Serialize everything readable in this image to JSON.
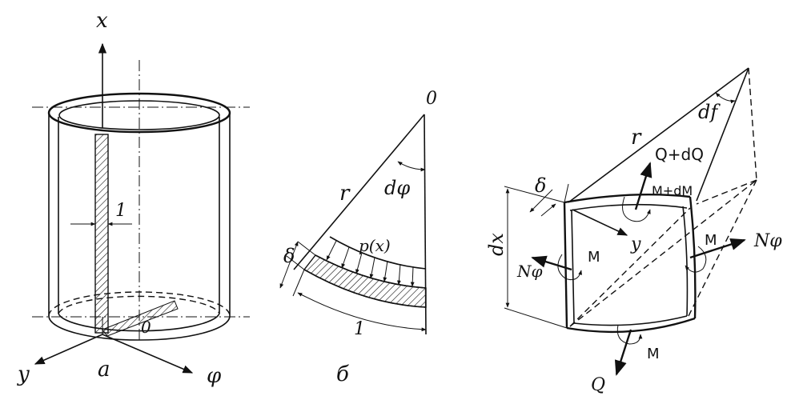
{
  "panel_a": {
    "caption": "а",
    "axis_x": "x",
    "axis_y": "y",
    "axis_phi": "φ",
    "width_label": "1",
    "origin_label": "0"
  },
  "panel_b": {
    "caption": "б",
    "center_label": "0",
    "radius_label": "r",
    "angle_label": "dφ",
    "pressure_label": "p(x)",
    "thickness_label": "δ",
    "arc_label": "1"
  },
  "panel_c": {
    "radius_label": "r",
    "angle_label": "df",
    "thickness_label": "δ",
    "height_label": "dx",
    "shear_top": "Q+dQ",
    "moment_top": "M+dM",
    "y_label": "y",
    "moment_left": "M",
    "moment_right": "M",
    "normal_left": "Nφ",
    "normal_right": "Nφ",
    "moment_bottom": "M",
    "shear_bottom": "Q"
  }
}
